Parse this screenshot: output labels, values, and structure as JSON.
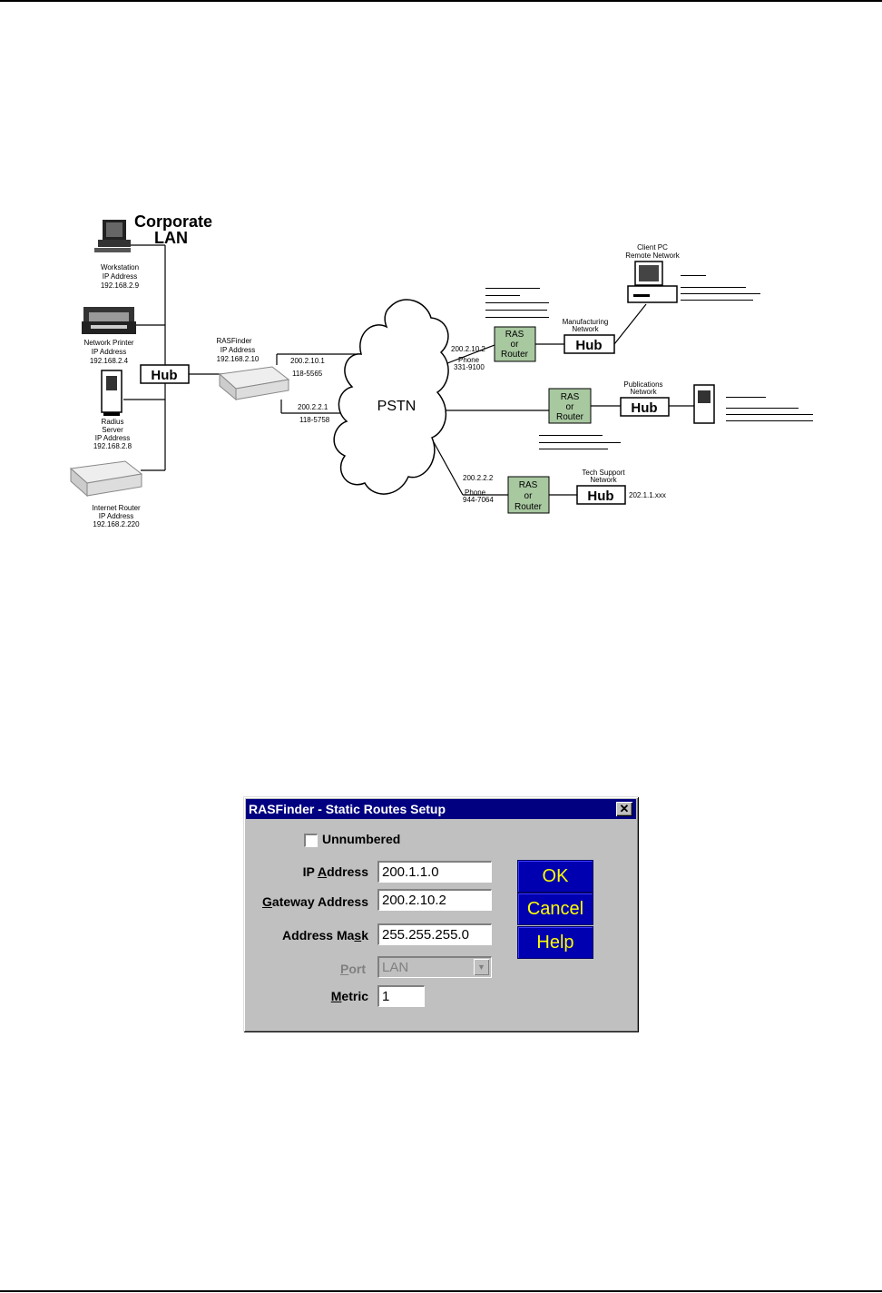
{
  "diagram": {
    "corporate_lan_title": [
      "Corporate",
      "LAN"
    ],
    "pstn_label": "PSTN",
    "hub_label": "Hub",
    "ras_router_label": [
      "RAS",
      "or",
      "Router"
    ],
    "workstation_label": [
      "Workstation",
      "IP Address",
      "192.168.2.9"
    ],
    "network_printer_label": [
      "Network Printer",
      "IP Address",
      "192.168.2.4"
    ],
    "radius_server_label": [
      "Radius",
      "Server",
      "IP Address",
      "192.168.2.8"
    ],
    "internet_router_label": [
      "Internet Router",
      "IP Address",
      "192.168.2.220"
    ],
    "rasfinder_label": [
      "RASFinder",
      "IP Address",
      "192.168.2.10"
    ],
    "line1_label": [
      "200.2.10.1",
      "118-5565"
    ],
    "line2_label": [
      "200.2.2.1",
      "118-5758"
    ],
    "manufacturing_link_label": [
      "200.2.10.2",
      "Phone",
      "331-9100"
    ],
    "support_link_label": [
      "200.2.2.2",
      "Phone",
      "944-7064"
    ],
    "client_pc_label": [
      "Client PC",
      "Remote Network"
    ],
    "manufacturing_network_label": [
      "Manufacturing",
      "Network"
    ],
    "publications_network_label": [
      "Publications",
      "Network"
    ],
    "tech_support_network_label": [
      "Tech Support",
      "Network"
    ],
    "tech_support_ip": "202.1.1.xxx"
  },
  "dialog": {
    "title": "RASFinder - Static Routes Setup",
    "close_glyph": "✕",
    "unnumbered_label": "Unnumbered",
    "ip_address": {
      "label_pre": "IP ",
      "label_ul": "A",
      "label_post": "ddress",
      "value": "200.1.1.0"
    },
    "gateway_address": {
      "label_pre": "",
      "label_ul": "G",
      "label_post": "ateway Address",
      "value": "200.2.10.2"
    },
    "address_mask": {
      "label_pre": "Address Ma",
      "label_ul": "s",
      "label_post": "k",
      "value": "255.255.255.0"
    },
    "port": {
      "label_pre": "",
      "label_ul": "P",
      "label_post": "ort",
      "value": "LAN"
    },
    "metric": {
      "label_pre": "",
      "label_ul": "M",
      "label_post": "etric",
      "value": "1"
    },
    "buttons": {
      "ok": "OK",
      "cancel": "Cancel",
      "help": "Help"
    }
  },
  "colors": {
    "ras_box": "#a8c8a0",
    "button_bg": "#0000b0",
    "button_text": "#ffff00",
    "titlebar": "#000080"
  }
}
